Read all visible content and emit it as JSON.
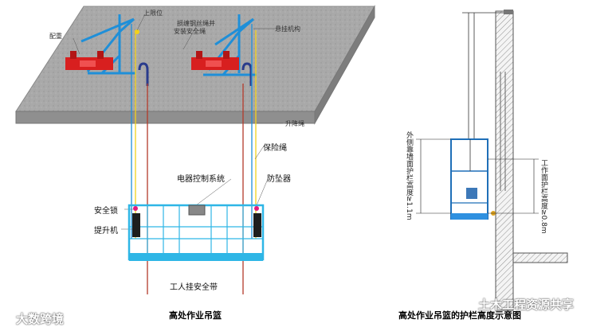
{
  "left": {
    "labels": {
      "counterweight": "配重",
      "upper_limit": "上限位",
      "wire_rope_safety": "损缠钢丝绳并",
      "wire_rope_safety_2": "安装安全绳",
      "hoist_frame": "悬挂机构",
      "lift_rope": "升降绳",
      "safety_rope": "保险绳",
      "electric_control": "电器控制系统",
      "anti_fall": "防坠器",
      "safety_lock": "安全锁",
      "hoist": "提升机",
      "worker_belt": "工人挂安全带"
    },
    "caption": "高处作业吊篮"
  },
  "right": {
    "dim_outer": "外侧靠墙面护栏高度≥1.1m",
    "dim_inner": "工作面护栏高度≥0.8m",
    "caption": "高处作业吊篮的护栏高度示意图"
  },
  "watermarks": {
    "bottom_left": "大数跨境",
    "bottom_right": "土木工程资源共享"
  },
  "colors": {
    "concrete": "#a8a8a8",
    "frame_blue": "#1f8fd8",
    "counterweight_red": "#d81f1f",
    "basket_cyan": "#2eb6e6",
    "rope_yellow": "#f2d21b",
    "rope_red": "#b33a2a"
  }
}
